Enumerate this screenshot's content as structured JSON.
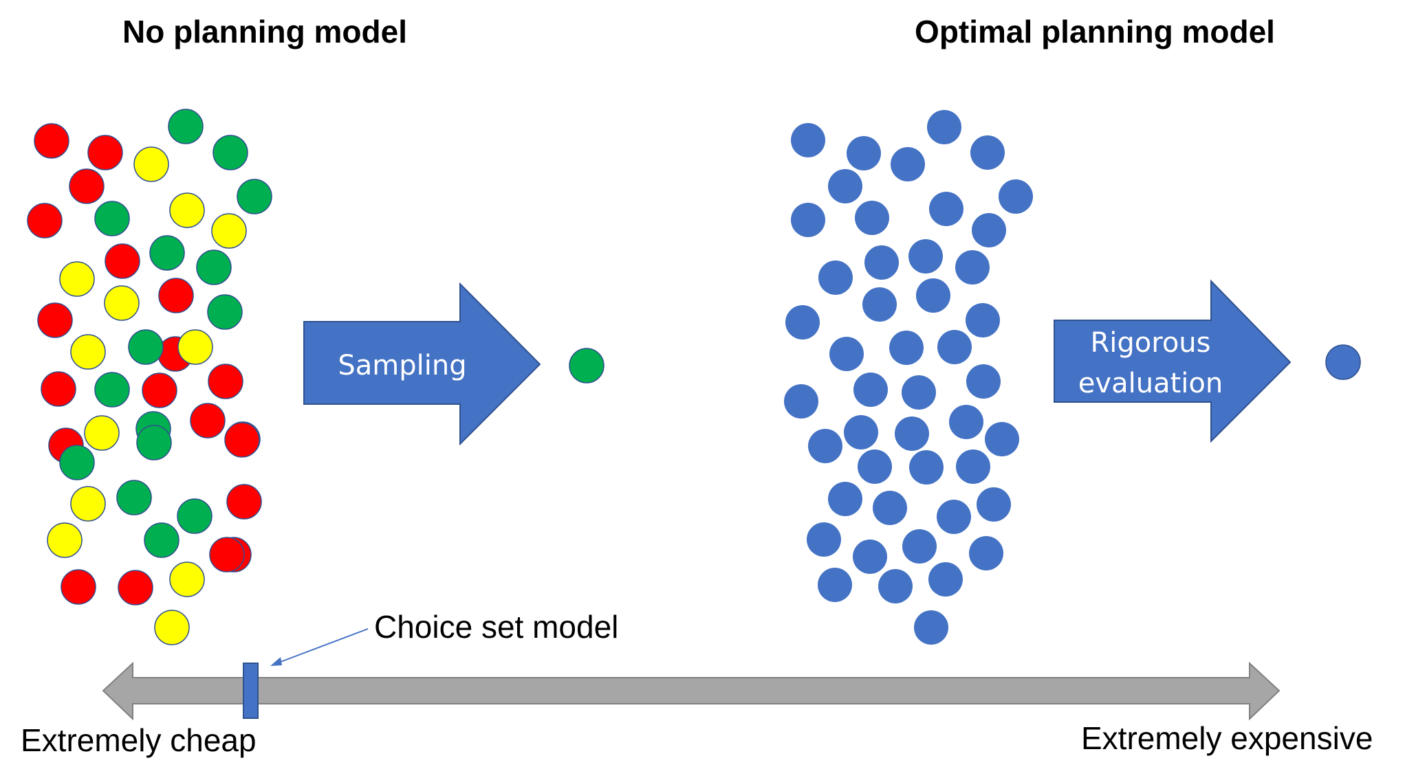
{
  "titles": {
    "left": "No planning model",
    "right": "Optimal planning model"
  },
  "arrows": {
    "left_label": "Sampling",
    "right_label_line1": "Rigorous",
    "right_label_line2": "evaluation"
  },
  "scale": {
    "marker_label": "Choice set model",
    "left_end": "Extremely cheap",
    "right_end": "Extremely expensive"
  },
  "colors": {
    "red": "#ff0000",
    "yellow": "#ffff00",
    "green": "#00b050",
    "blue": "#4472c4",
    "scale_gray": "#a6a6a6",
    "dot_stroke": "#2f4f8f"
  },
  "left_cluster_colors": [
    "red",
    "red",
    "green",
    "yellow",
    "green",
    "red",
    "yellow",
    "green",
    "red",
    "green",
    "yellow",
    "yellow",
    "green",
    "red",
    "green",
    "red",
    "red",
    "yellow",
    "green",
    "red",
    "yellow",
    "green",
    "yellow",
    "green",
    "red",
    "red",
    "red",
    "yellow",
    "green",
    "red",
    "red",
    "green",
    "yellow",
    "green",
    "red",
    "red",
    "green",
    "green",
    "red",
    "yellow",
    "yellow",
    "green",
    "red",
    "red",
    "red",
    "yellow",
    "yellow"
  ],
  "left_result_color": "green",
  "right_result_color": "blue"
}
